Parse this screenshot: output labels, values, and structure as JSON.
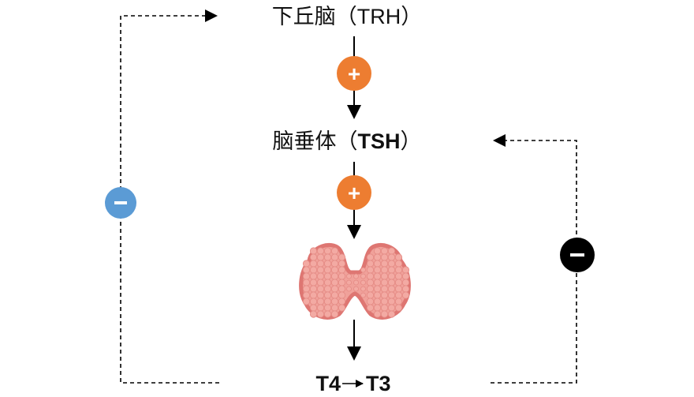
{
  "nodes": {
    "hypothalamus": {
      "name": "下丘脑",
      "paren_open": "（",
      "hormone": "TRH",
      "paren_close": "）"
    },
    "pituitary": {
      "name": "脑垂体",
      "paren_open": "（",
      "hormone": "TSH",
      "paren_close": "）"
    },
    "output": {
      "t4": "T4",
      "t3": "T3"
    }
  },
  "signs": {
    "stimulate_1": "+",
    "stimulate_2": "+",
    "inhibit_left": "−",
    "inhibit_right": "−"
  },
  "colors": {
    "stimulate": "#ed7d31",
    "inhibit_left": "#5b9bd5",
    "inhibit_right": "#000000",
    "thyroid_fill": "#f0a19a",
    "thyroid_edge": "#de7672"
  }
}
